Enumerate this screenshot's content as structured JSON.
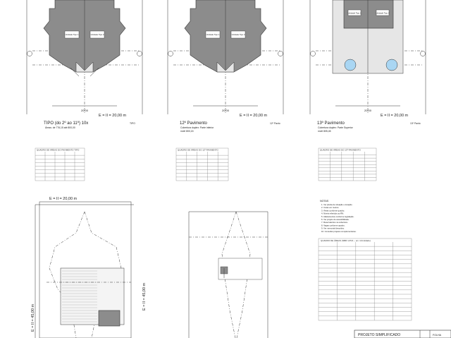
{
  "panels": [
    {
      "id": "tipo",
      "title": "TIPO (do 2º ao 11º) 10x",
      "lines": [
        "Áreas: de 776,15 até 800,00"
      ],
      "scale_label": "E = II = 20,00 m",
      "dim_label": "20,00",
      "small_label": "TIPO",
      "table_header": "QUADRO DE ÁREAS DO PAVIMENTO TIPO"
    },
    {
      "id": "p12",
      "title": "12º Pavimento",
      "lines": [
        "Cobertura duplex: Parte inferior",
        "nível 800,15"
      ],
      "scale_label": "E = II = 20,00 m",
      "dim_label": "20,00",
      "small_label": "12º Pavto",
      "table_header": "QUADRO DE ÁREAS DO 12º PAVIMENTO"
    },
    {
      "id": "p13",
      "title": "13º Pavimento",
      "lines": [
        "Cobertura duplex: Parte Superior",
        "nível 805,45"
      ],
      "scale_label": "E = II = 20,00 m",
      "dim_label": "20,00",
      "small_label": "13º Pavto",
      "table_header": "QUADRO DE ÁREAS DO 13º PAVIMENTO"
    }
  ],
  "site": {
    "scale_label_top": "E = II = 20,00 m",
    "scale_label_side": "E = II = 45,00 m"
  },
  "notes": {
    "title": "NOTAS",
    "items": [
      "1. Ver planta de situação e locação.",
      "2. Cotas em metros.",
      "3. Áreas conforme quadro.",
      "4. Níveis referidos ao RN.",
      "5. Afastamentos conforme legislação.",
      "6. Ver projeto de acessibilidade.",
      "7. Reservatórios na cobertura.",
      "8. Vagas conforme quadro.",
      "9. Ver memorial descritivo.",
      "10. Consultar projetos complementares."
    ]
  },
  "big_table": {
    "title": "QUADRO DE ÁREAS (NBR 12721 – em m²/unidade)"
  },
  "title_block": {
    "project": "PROJETO SIMPLIFICADO",
    "sheet_label": "FOLHA"
  },
  "units": [
    {
      "name": "Unidade Tipo 1"
    },
    {
      "name": "Unidade Tipo 2"
    }
  ]
}
